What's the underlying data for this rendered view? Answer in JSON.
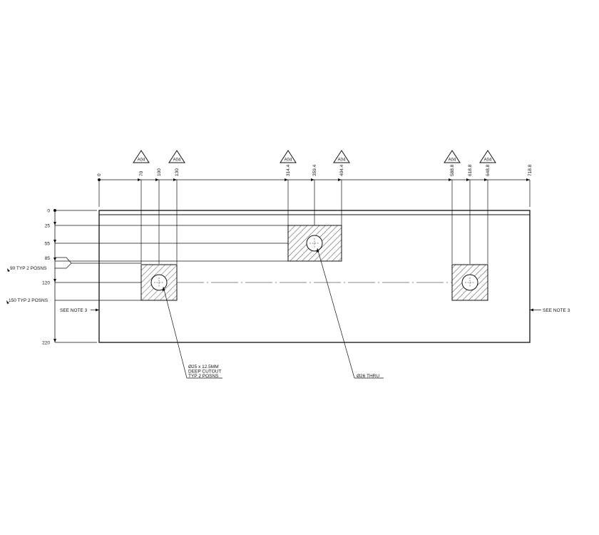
{
  "drawing": {
    "x_dimensions": [
      "0",
      "70",
      "100",
      "130",
      "314.4",
      "359.4",
      "404.4",
      "588.8",
      "618.8",
      "648.8",
      "718.8"
    ],
    "y_dimensions": [
      "0",
      "25",
      "55",
      "85",
      "120",
      "220"
    ],
    "typ_notes": [
      "90 TYP 2 POSNS",
      "150 TYP 2 POSNS"
    ],
    "see_note_left": "SEE NOTE 3",
    "see_note_right": "SEE NOTE 3",
    "section_tags": [
      "A04",
      "A04",
      "A04",
      "A04",
      "A04",
      "A04"
    ],
    "callout_cutout": [
      "Ø25 x 12.5MM",
      "DEEP CUTOUT",
      "TYP 2 POSNS"
    ],
    "callout_thru": "Ø26 THRU"
  }
}
